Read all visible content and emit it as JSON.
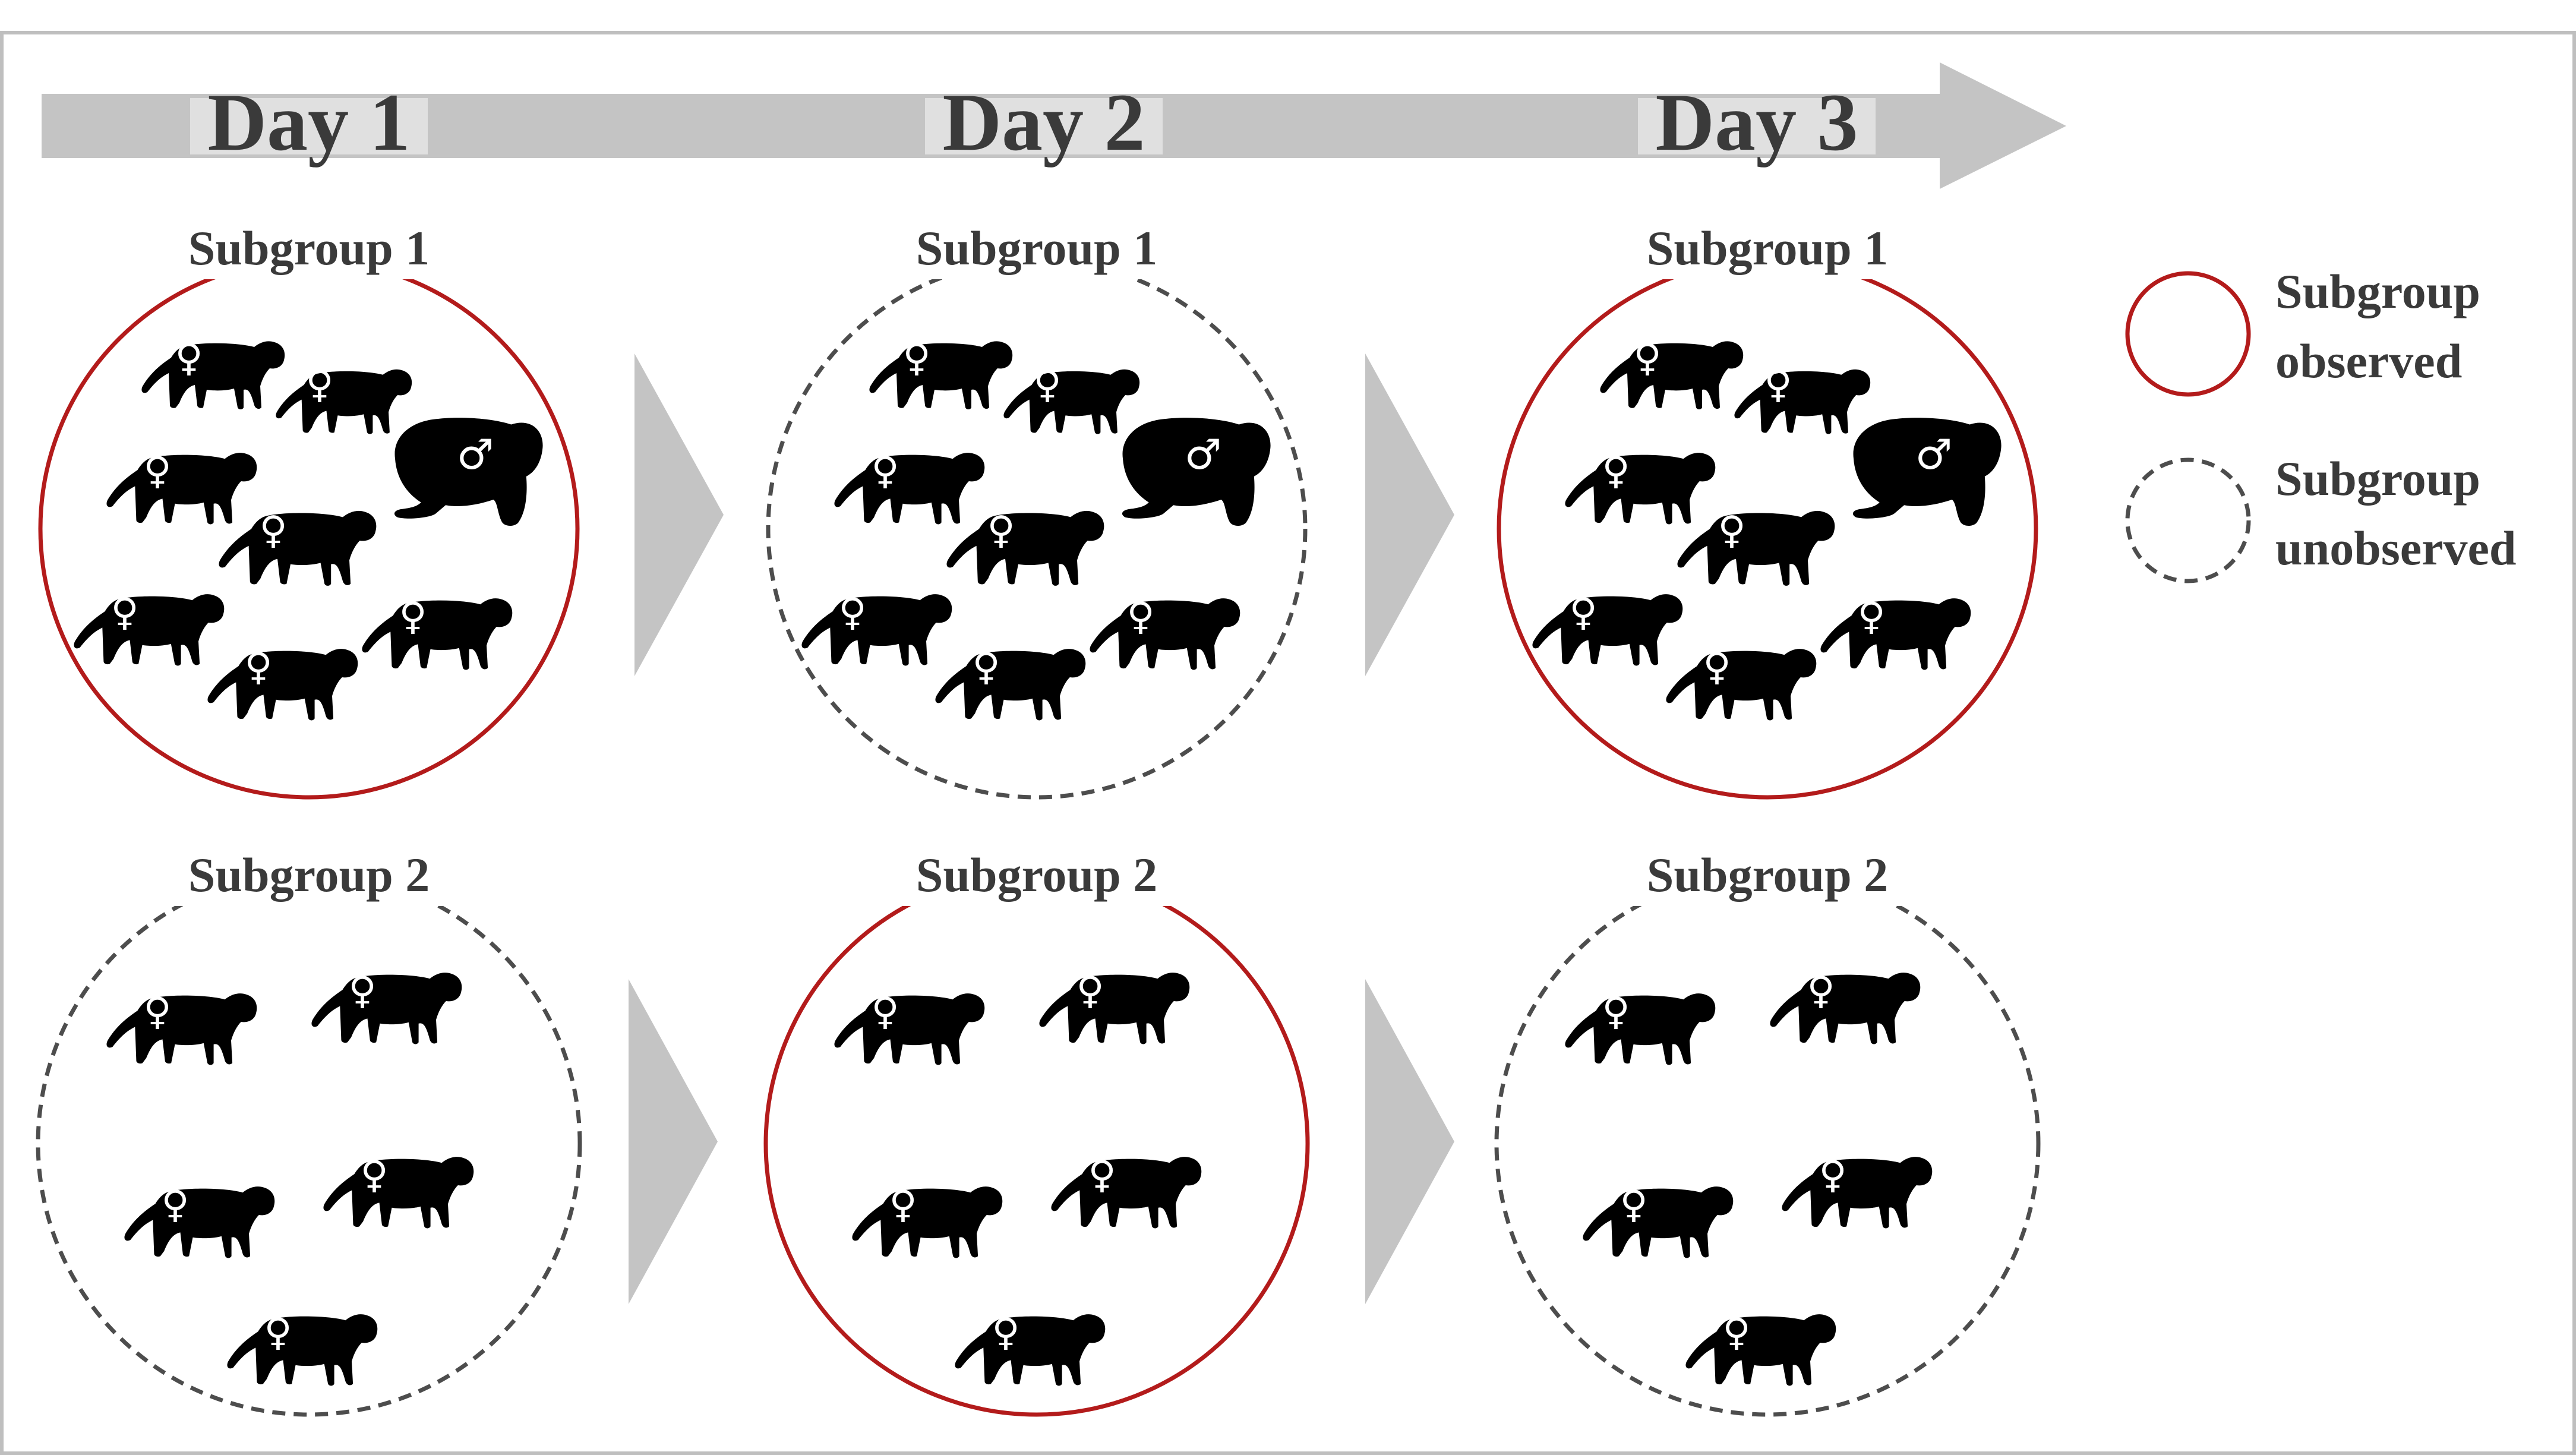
{
  "days": [
    "Day 1",
    "Day 2",
    "Day 3"
  ],
  "columns": [
    {
      "subgroup_1": {
        "label": "Subgroup 1",
        "status": "observed"
      },
      "subgroup_2": {
        "label": "Subgroup 2",
        "status": "unobserved"
      }
    },
    {
      "subgroup_1": {
        "label": "Subgroup 1",
        "status": "unobserved"
      },
      "subgroup_2": {
        "label": "Subgroup 2",
        "status": "observed"
      }
    },
    {
      "subgroup_1": {
        "label": "Subgroup 1",
        "status": "observed"
      },
      "subgroup_2": {
        "label": "Subgroup 2",
        "status": "unobserved"
      }
    }
  ],
  "subgroup_1_members": [
    "♀",
    "♀",
    "♀",
    "♂",
    "♀",
    "♀",
    "♀",
    "♀"
  ],
  "subgroup_2_members": [
    "♀",
    "♀",
    "♀",
    "♀",
    "♀"
  ],
  "legend": {
    "observed": {
      "line1": "Subgroup",
      "line2": "observed"
    },
    "unobserved": {
      "line1": "Subgroup",
      "line2": "unobserved"
    }
  },
  "colors": {
    "observed": "#b31b1b",
    "unobserved": "#4d4d4d",
    "timeline": "#c4c4c4",
    "label_box": "#e0e0e0",
    "text": "#3a3a3a",
    "silhouette": "#000000"
  }
}
